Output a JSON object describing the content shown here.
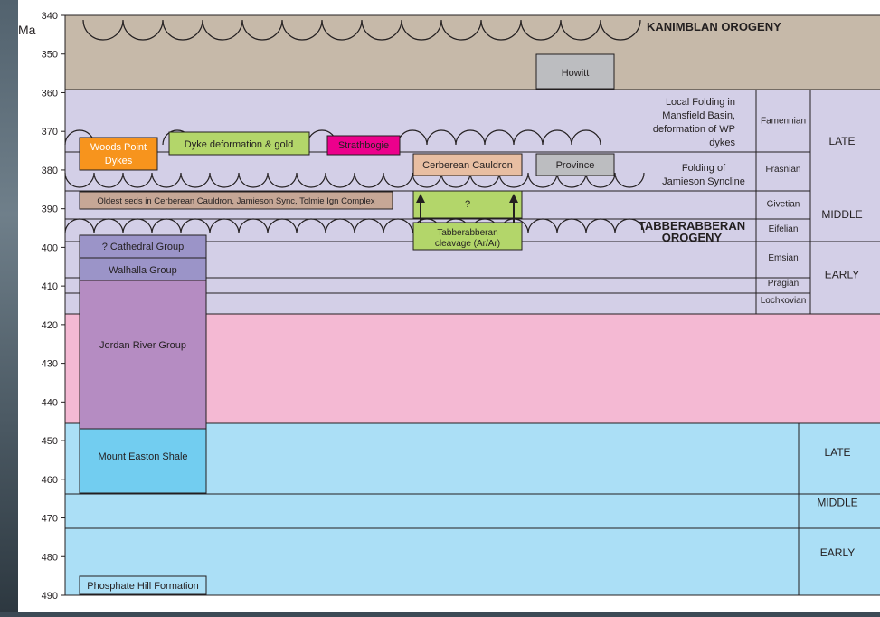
{
  "unit_label": "Ma",
  "axis": {
    "ticks": [
      340,
      350,
      360,
      370,
      380,
      390,
      400,
      410,
      420,
      430,
      440,
      450,
      460,
      470,
      480,
      490
    ],
    "range": [
      340,
      490
    ]
  },
  "orogenies": {
    "kanimblan": "KANIMBLAN OROGENY",
    "tabberabberan_line1": "TABBERABBERAN",
    "tabberabberan_line2": "OROGENY"
  },
  "stages": [
    {
      "label": "Famennian",
      "from": 360,
      "to": 374
    },
    {
      "label": "Frasnian",
      "from": 374,
      "to": 385
    },
    {
      "label": "Givetian",
      "from": 385,
      "to": 392
    },
    {
      "label": "Eifelian",
      "from": 392,
      "to": 398
    },
    {
      "label": "Emsian",
      "from": 398,
      "to": 407
    },
    {
      "label": "Pragian",
      "from": 407,
      "to": 411
    },
    {
      "label": "Lochkovian",
      "from": 411,
      "to": 416
    }
  ],
  "epochs": [
    {
      "label": "LATE",
      "from": 360,
      "to": 385
    },
    {
      "label": "MIDDLE",
      "from": 385,
      "to": 398
    },
    {
      "label": "EARLY",
      "from": 398,
      "to": 416
    },
    {
      "label": "LATE",
      "from": 444,
      "to": 462
    },
    {
      "label": "MIDDLE",
      "from": 462,
      "to": 470
    },
    {
      "label": "EARLY",
      "from": 470,
      "to": 488
    }
  ],
  "groups": {
    "cathedral": "? Cathedral Group",
    "walhalla": "Walhalla Group",
    "jordan_river": "Jordan River Group",
    "mount_easton": "Mount Easton Shale",
    "phosphate_hill": "Phosphate Hill Formation"
  },
  "events": {
    "howitt": "Howitt",
    "woods_point_1": "Woods Point",
    "woods_point_2": "Dykes",
    "dyke_deformation": "Dyke deformation & gold",
    "strathbogie": "Strathbogie",
    "cerberean_cauldron": "Cerberean Cauldron",
    "province": "Province",
    "oldest_seds": "Oldest seds in Cerberean Cauldron, Jamieson Sync, Tolmie Ign Complex",
    "question": "?",
    "tabberabberan_cleavage_1": "Tabberabberan",
    "tabberabberan_cleavage_2": "cleavage (Ar/Ar)"
  },
  "annotations": {
    "local_folding": [
      "Local Folding in",
      "Mansfield Basin,",
      "deformation of WP",
      "dykes"
    ],
    "folding_jamieson": [
      "Folding of",
      "Jamieson Syncline"
    ]
  },
  "colors": {
    "carboniferous": "#c6b9a9",
    "devonian": "#d3cfe7",
    "silurian": "#f4b9d3",
    "ordovician": "#abdff6",
    "orange": "#f7941d",
    "green": "#b3d66a",
    "magenta": "#ec008c",
    "tan": "#e8bea2",
    "grey": "#bcbdc0",
    "cathedral": "#9b94c8",
    "jordan": "#b58cc2",
    "easton": "#72cdf0"
  }
}
